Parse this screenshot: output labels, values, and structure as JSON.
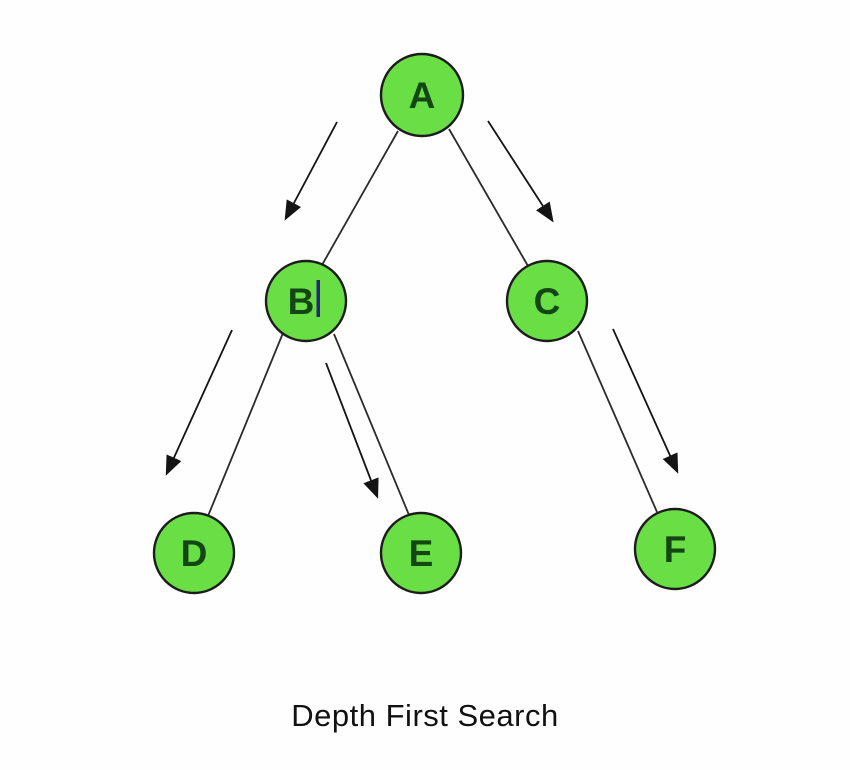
{
  "title": "Depth First Search",
  "diagram": {
    "type": "tree",
    "description": "Binary tree traversed by depth first search, with arrows alongside edges showing traversal direction",
    "colors": {
      "background": "#fefefe",
      "node_fill": "#6ade45",
      "node_border": "#1c1c1c",
      "label_color": "#134613",
      "line_color": "#2b2b2b",
      "caret_color": "#26267e",
      "caption_color": "#111111"
    },
    "nodes": [
      {
        "id": "A",
        "label": "A",
        "level": 0
      },
      {
        "id": "B",
        "label": "B",
        "level": 1,
        "has_text_caret": true
      },
      {
        "id": "C",
        "label": "C",
        "level": 1
      },
      {
        "id": "D",
        "label": "D",
        "level": 2
      },
      {
        "id": "E",
        "label": "E",
        "level": 2
      },
      {
        "id": "F",
        "label": "F",
        "level": 2
      }
    ],
    "edges": [
      {
        "from": "A",
        "to": "B",
        "arrow": true
      },
      {
        "from": "A",
        "to": "C",
        "arrow": true
      },
      {
        "from": "B",
        "to": "D",
        "arrow": true
      },
      {
        "from": "B",
        "to": "E",
        "arrow": true
      },
      {
        "from": "C",
        "to": "F",
        "arrow": true
      }
    ]
  }
}
